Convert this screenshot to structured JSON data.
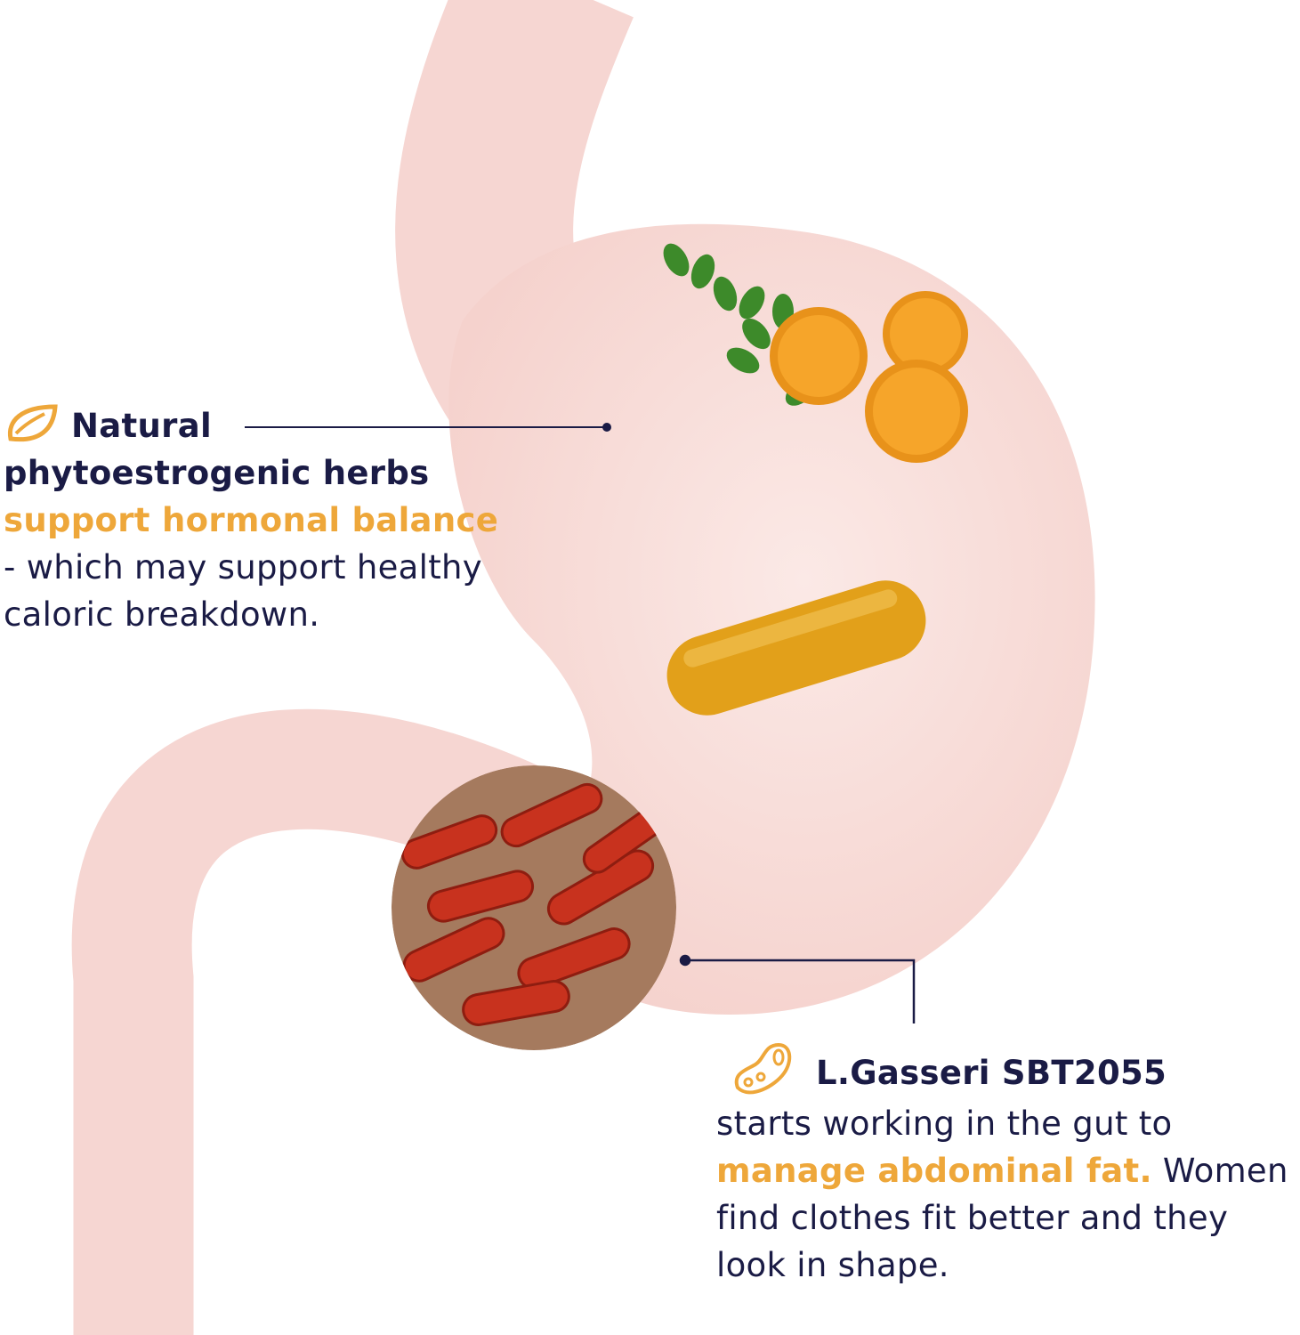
{
  "colors": {
    "tube": "#f6d6d2",
    "text": "#1a1b45",
    "accent": "#eea73a",
    "capsule": "#e5a21a",
    "turmeric": "#f2a024",
    "leaf": "#3d8a2a",
    "bacteria": "#c8321e"
  },
  "callouts": [
    {
      "icon": "leaf-icon",
      "title": "Natural",
      "line2": "phytoestrogenic herbs",
      "highlight": "support hormonal balance",
      "body": " - which may support healthy caloric breakdown."
    },
    {
      "icon": "bacteria-icon",
      "title": "L.Gasseri SBT2055",
      "intro": "starts working in the gut to ",
      "highlight": "manage abdominal fat.",
      "body": " Women find clothes fit better and they look in shape."
    }
  ]
}
